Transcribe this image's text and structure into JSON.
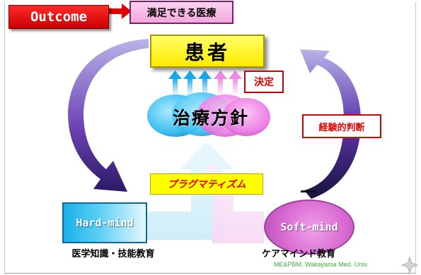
{
  "outcome_label": "Outcome",
  "satisfaction_label": "満足できる医療",
  "patient_label": "患者",
  "decision_label": "決定",
  "treatment_policy_label": "治療方針",
  "experience_label": "経験的判断",
  "pragmatism_label": "プラグマティズム",
  "hard_mind_label": "Hard-mind",
  "soft_mind_label": "Soft-mind",
  "hard_mind_caption": "医学知識・技能教育",
  "soft_mind_caption": "ケアマインド教育",
  "credit_text": "ME&PBM, Wakayama Med. Univ.",
  "colors": {
    "outcome_red": "#e00000",
    "patient_yellow": "#ffff33",
    "hard_blue": "#1ab0e8",
    "soft_pink": "#d86bd2",
    "curved_arrow_purple": "#6a2fa0"
  }
}
